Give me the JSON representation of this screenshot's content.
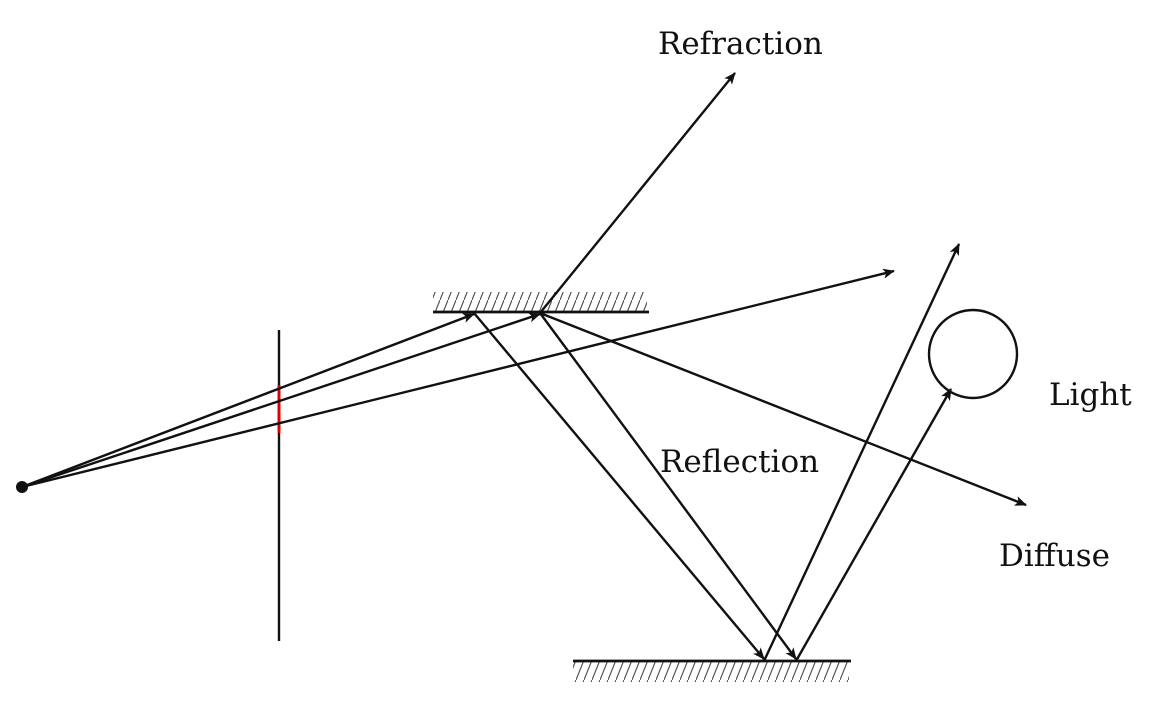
{
  "labels": {
    "refraction": "Refraction",
    "reflection": "Reflection",
    "light": "Light",
    "diffuse": "Diffuse"
  },
  "colors": {
    "ink": "#111111",
    "image_plane_pixel": "#e00000",
    "hatch": "#555555"
  }
}
